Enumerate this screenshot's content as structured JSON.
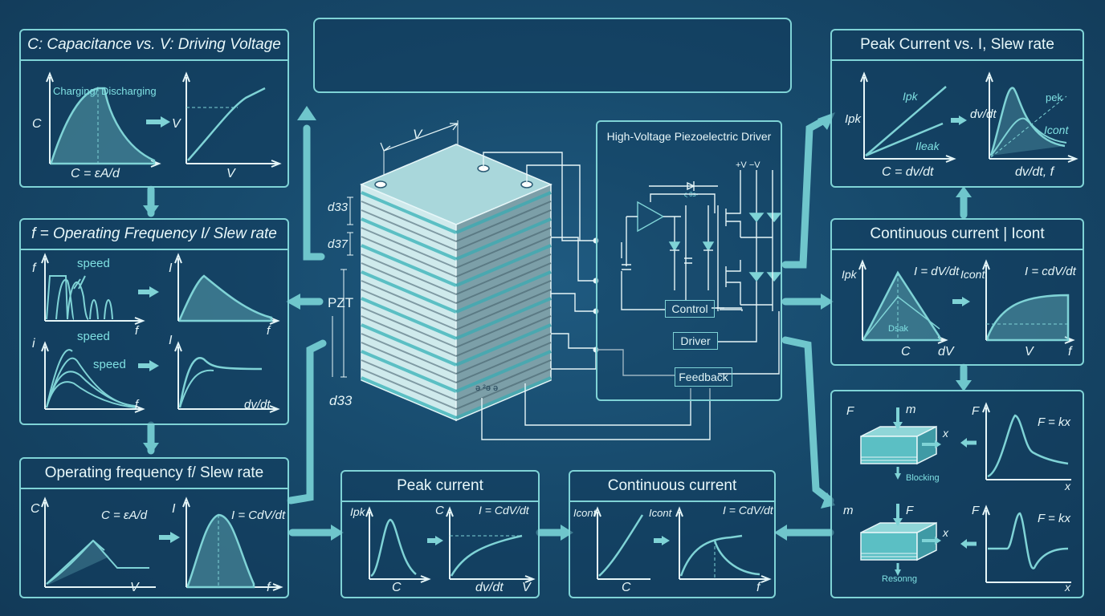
{
  "top_banner": {
    "text": ""
  },
  "panel_cap": {
    "title": "C: Capacitance  vs. V: Driving Voltage",
    "curve_label": "Charging/ Discharging",
    "y1": "C",
    "y2": "V",
    "x2": "V",
    "formula": "C = εA/d"
  },
  "panel_freq": {
    "title": "f = Operating Frequency I/ Slew rate",
    "y_f": "f",
    "y_i": "I",
    "y_i2": "i",
    "y_I2": "I",
    "x_f": "f",
    "x_dvdt": "dv/dt",
    "speed1": "speed",
    "speed2": "speed",
    "speed3": "speed"
  },
  "panel_opfreq": {
    "title": "Operating frequency f/ Slew rate",
    "y_c": "C",
    "y_i": "I",
    "x_v": "V",
    "x_f": "f",
    "formula_c": "C = εA/d",
    "formula_i": "I = CdV/dt"
  },
  "panel_peak": {
    "title": "Peak current",
    "y_ipk": "Ipk",
    "y_c": "C",
    "x_c": "C",
    "x_dvdt": "dv/dt",
    "x_v": "V",
    "formula": "I = CdV/dt"
  },
  "panel_cont": {
    "title": "Continuous current",
    "y1": "Icont",
    "y2": "Icont",
    "x_c": "C",
    "x_f": "f",
    "formula": "I = CdV/dt"
  },
  "panel_peak_vs": {
    "title": "Peak Current vs. I, Slew rate",
    "y": "Ipk",
    "line_ipk": "Ipk",
    "line_ileak": "Ileak",
    "formula": "C = dv/dt",
    "y2": "dv/dt",
    "label_pek": "pek",
    "label_icont": "Icont",
    "x2": "dv/dt, f"
  },
  "panel_cont_right": {
    "title": "Continuous current | Icont",
    "y1": "Ipk",
    "formula1": "I = dV/dt",
    "x1a": "C",
    "x1b": "dV",
    "inner": "Dsak",
    "y2": "Icont",
    "formula2": "I = cdV/dt",
    "x2a": "V",
    "x2b": "f"
  },
  "panel_force": {
    "f1": "F",
    "m1": "m",
    "x1": "x",
    "blocking": "Blocking",
    "f2": "F",
    "eq1": "F = kx",
    "x_axis1": "x",
    "m2": "m",
    "f3": "F",
    "x2": "x",
    "resonant": "Resonng",
    "f4": "F",
    "eq2": "F = kx",
    "x_axis2": "x"
  },
  "stack": {
    "v_label": "V",
    "d33_top": "d33",
    "d37": "d37",
    "pzt": "PZT",
    "d33_bottom": "d33",
    "bottom_marks": "ə ²ə ə"
  },
  "driver": {
    "title": "High-Voltage Piezoelectric Driver",
    "rails": "+V  −V",
    "control": "Control",
    "driver": "Driver",
    "feedback": "Feedback",
    "small_label": "ς θs-"
  }
}
